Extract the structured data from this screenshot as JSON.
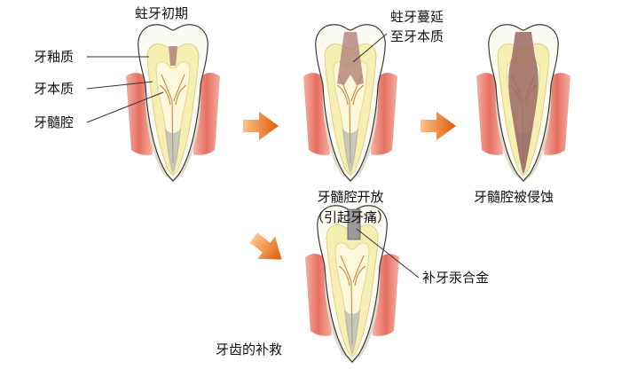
{
  "labels": {
    "early_caries": "蛀牙初期",
    "enamel": "牙釉质",
    "dentin": "牙本质",
    "pulp_cavity": "牙髓腔",
    "caries_spread_1": "蛀牙蔓延",
    "caries_spread_2": "至牙本质",
    "pulp_open_1": "牙髓腔开放",
    "pulp_open_2": "（引起牙痛）",
    "pulp_eroded": "牙髓腔被侵蚀",
    "amalgam": "补牙汞合金",
    "repair": "牙齿的补救"
  },
  "colors": {
    "enamel": "#fbfbf3",
    "dentin": "#f6efb2",
    "pulp": "#fdf7dc",
    "nerve": "#c98a3a",
    "gum": "#e9786a",
    "bone_shadow": "#d8d2c6",
    "caries": "#b3837a",
    "arrow": "#e8730f",
    "amalgam": "#9a9a9a"
  }
}
